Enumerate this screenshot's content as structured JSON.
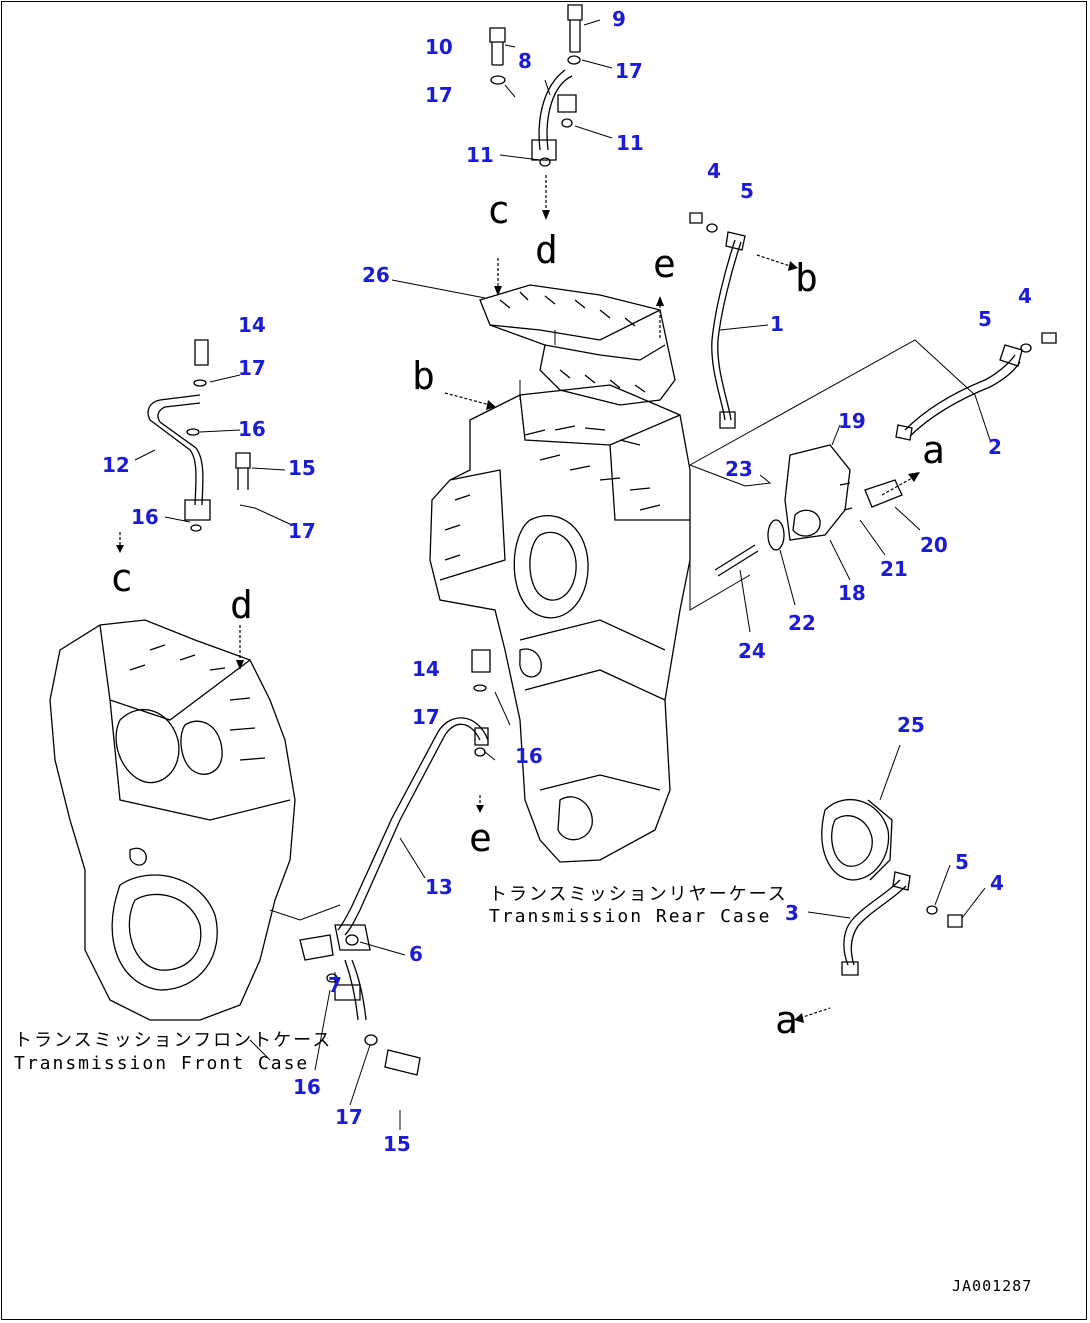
{
  "callouts": {
    "c1": "1",
    "c2": "2",
    "c3": "3",
    "c4a": "4",
    "c4b": "4",
    "c4c": "4",
    "c5a": "5",
    "c5b": "5",
    "c5c": "5",
    "c6": "6",
    "c7": "7",
    "c8": "8",
    "c9": "9",
    "c10": "10",
    "c11a": "11",
    "c11b": "11",
    "c12": "12",
    "c13": "13",
    "c14a": "14",
    "c14b": "14",
    "c15a": "15",
    "c15b": "15",
    "c16a": "16",
    "c16b": "16",
    "c16c": "16",
    "c16d": "16",
    "c17a": "17",
    "c17b": "17",
    "c17c": "17",
    "c17d": "17",
    "c17e": "17",
    "c17f": "17",
    "c18": "18",
    "c19": "19",
    "c20": "20",
    "c21": "21",
    "c22": "22",
    "c23": "23",
    "c24": "24",
    "c25": "25",
    "c26": "26"
  },
  "connectors": {
    "a1": "a",
    "a2": "a",
    "b1": "b",
    "b2": "b",
    "c1": "c",
    "c2": "c",
    "d1": "d",
    "d2": "d",
    "e1": "e",
    "e2": "e"
  },
  "captions": {
    "rear_jp": "トランスミッションリヤーケース",
    "rear_en": "Transmission Rear Case",
    "front_jp": "トランスミッションフロントケース",
    "front_en": "Transmission Front Case"
  },
  "drawing_code": "JA001287",
  "colors": {
    "callout": "#1c1cd4",
    "line": "#000000",
    "background": "#ffffff"
  }
}
